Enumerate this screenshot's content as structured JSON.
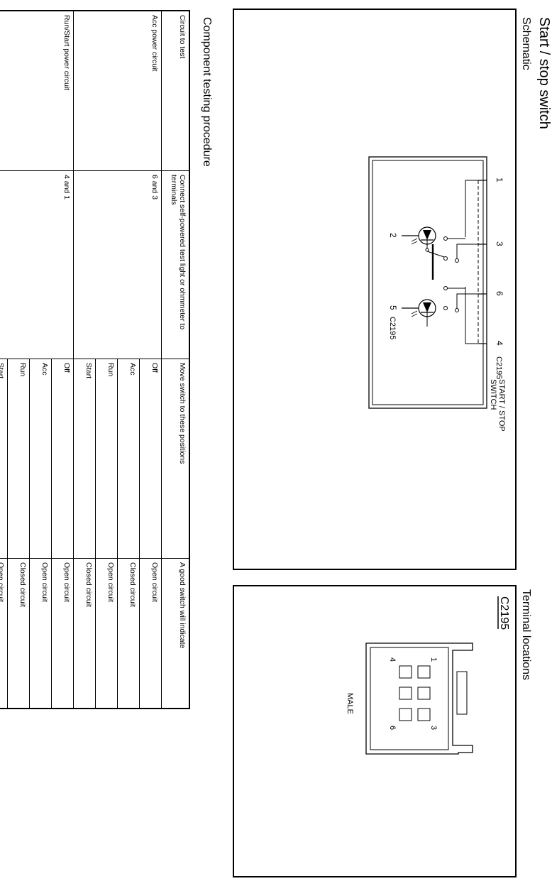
{
  "title": "Start / stop switch",
  "schematic": {
    "heading": "Schematic",
    "pins": [
      "1",
      "3",
      "6",
      "4",
      "2",
      "5"
    ],
    "connector_label": "C2195",
    "connector_label_lower": "C2195",
    "component_label_line1": "START / STOP",
    "component_label_line2": "SWITCH"
  },
  "terminals": {
    "heading": "Terminal locations",
    "connector": "C2195",
    "pin_labels": [
      "1",
      "4",
      "3",
      "6"
    ],
    "gender": "MALE"
  },
  "procedure": {
    "heading": "Component testing procedure",
    "headers": [
      "Circuit to test",
      "Connect self-powered test light or ohmmeter to terminals",
      "Move switch to these positions",
      "A good switch will indicate"
    ],
    "groups": [
      {
        "circuit": "Acc power circuit",
        "terminals": "6 and 3",
        "rows": [
          {
            "position": "Off",
            "result": "Open circuit"
          },
          {
            "position": "Acc",
            "result": "Closed circuit"
          },
          {
            "position": "Run",
            "result": "Open circuit"
          },
          {
            "position": "Start",
            "result": "Closed circuit"
          }
        ]
      },
      {
        "circuit": "Run/Start power circuit",
        "terminals": "4 and 1",
        "rows": [
          {
            "position": "Off",
            "result": "Open circuit"
          },
          {
            "position": "Acc",
            "result": "Open circuit"
          },
          {
            "position": "Run",
            "result": "Closed circuit"
          },
          {
            "position": "Start",
            "result": "Open circuit"
          }
        ]
      }
    ]
  }
}
